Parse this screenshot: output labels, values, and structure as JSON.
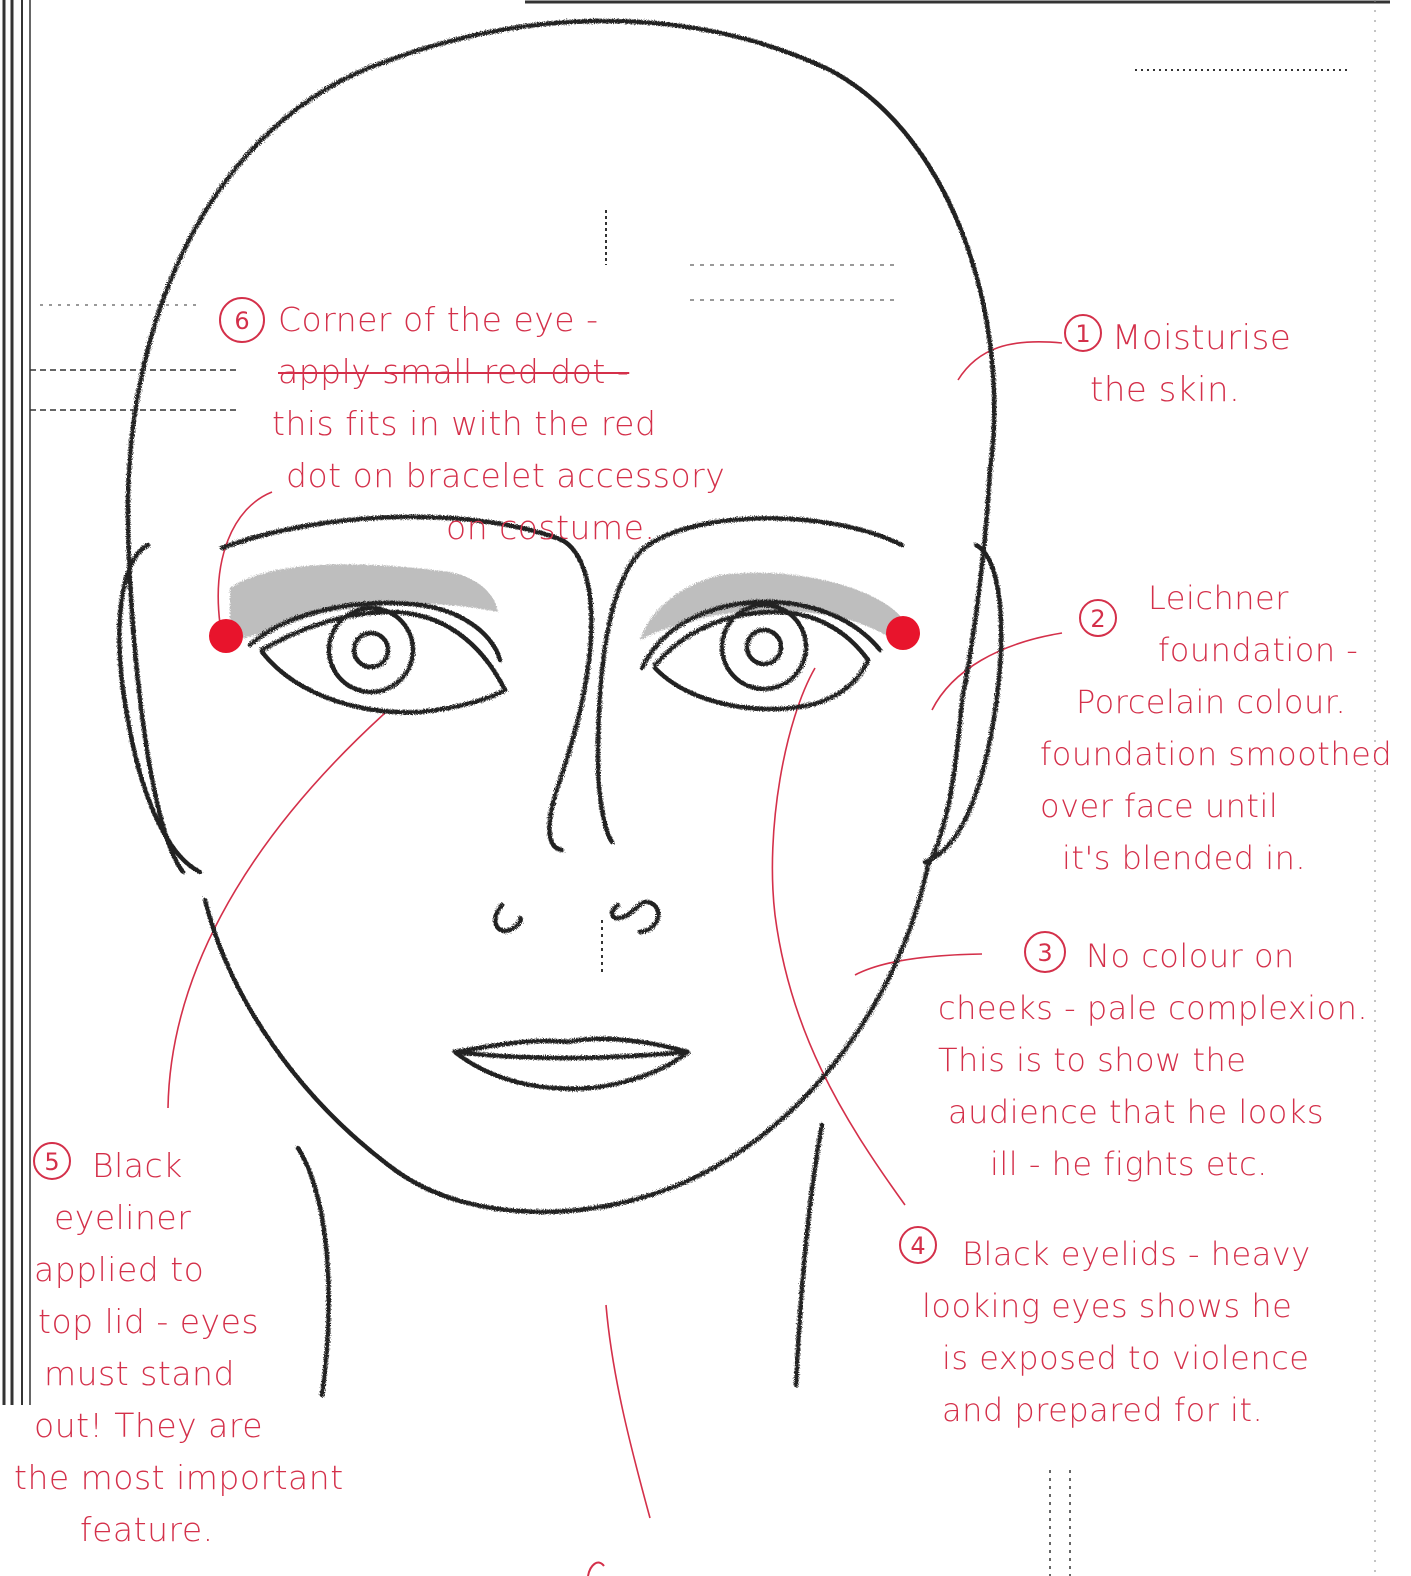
{
  "colors": {
    "ink": "#222222",
    "annotation": "#d4304a",
    "red_dot": "#e8142c",
    "shadow": "#9a9a9a"
  },
  "annotations": [
    {
      "number": "6",
      "lines": [
        "Corner of the eye -",
        "apply small red dot -",
        "this fits in with the red",
        "dot on bracelet accessory",
        "on costume."
      ]
    },
    {
      "number": "1",
      "lines": [
        "Moisturise",
        "the skin."
      ]
    },
    {
      "number": "2",
      "lines": [
        "Leichner",
        "foundation -",
        "Porcelain colour.",
        "foundation smoothed",
        "over face until",
        "it's blended in."
      ]
    },
    {
      "number": "3",
      "lines": [
        "No colour on",
        "cheeks - pale complexion.",
        "This is to show the",
        "audience that he looks",
        "ill - he fights etc."
      ]
    },
    {
      "number": "4",
      "lines": [
        "Black eyelids - heavy",
        "looking eyes shows he",
        "is exposed to violence",
        "and prepared for it."
      ]
    },
    {
      "number": "5",
      "lines": [
        "Black",
        "eyeliner",
        "applied to",
        "top lid - eyes",
        "must stand",
        "out! They are",
        "the most important",
        "feature."
      ]
    }
  ]
}
